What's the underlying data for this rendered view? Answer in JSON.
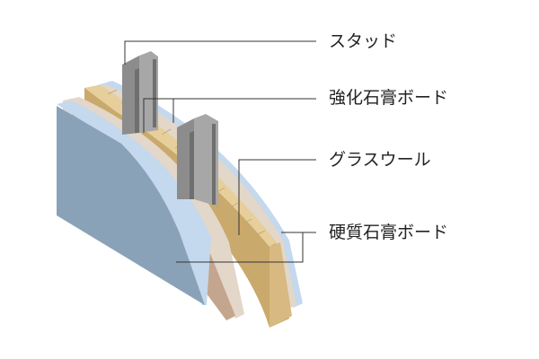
{
  "labels": {
    "stud": "スタッド",
    "reinforced_gypsum_board": "強化石膏ボード",
    "glass_wool": "グラスウール",
    "hard_gypsum_board": "硬質石膏ボード"
  },
  "colors": {
    "front_board": "#8aa2b8",
    "board_edge_blue": "#c4d8ee",
    "gypsum_face": "#c4a58e",
    "gypsum_edge": "#e2d7c8",
    "glass_wool": "#c9a96c",
    "glass_wool_top": "#e7cf9c",
    "stud": "#8c8c8c",
    "leader": "#333333"
  }
}
